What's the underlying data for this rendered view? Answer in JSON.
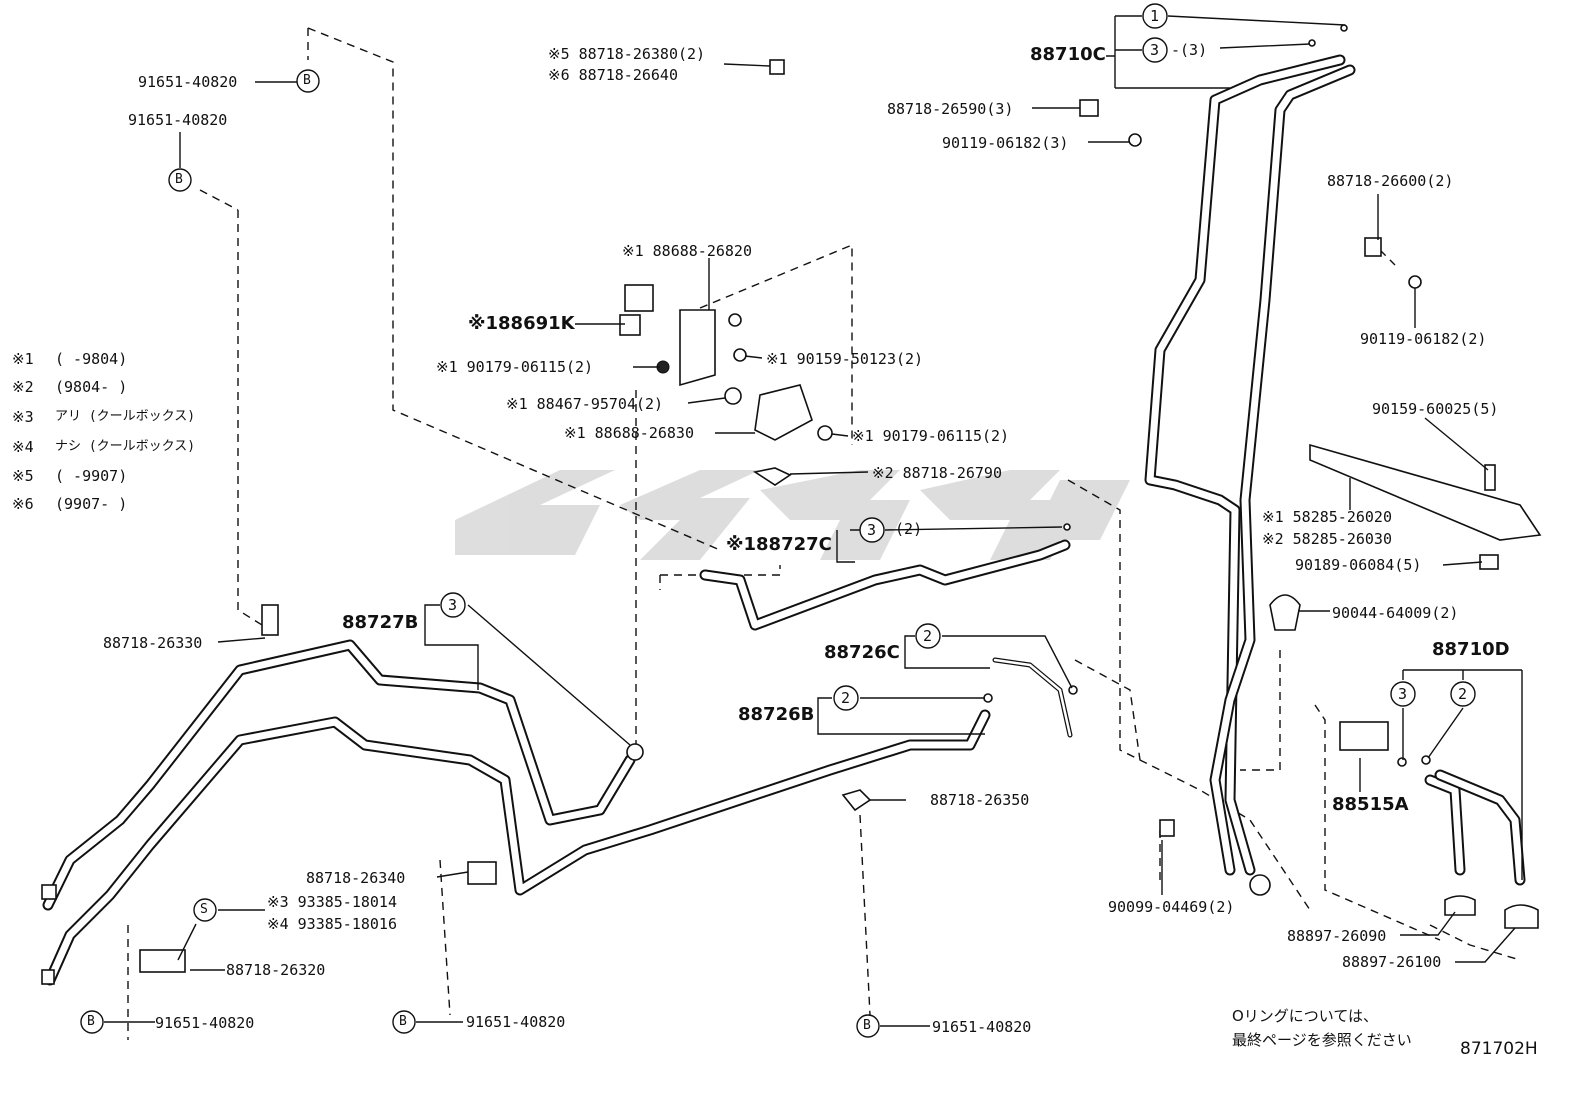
{
  "legend": [
    {
      "mark": "※1",
      "text": "(      -9804)"
    },
    {
      "mark": "※2",
      "text": "(9804-      )"
    },
    {
      "mark": "※3",
      "text": "アリ (クールボックス)"
    },
    {
      "mark": "※4",
      "text": "ナシ (クールボックス)"
    },
    {
      "mark": "※5",
      "text": "(      -9907)"
    },
    {
      "mark": "※6",
      "text": "(9907-      )"
    }
  ],
  "circle_letters": {
    "b": "B",
    "s": "S"
  },
  "circle_numbers": {
    "one": "1",
    "two": "2",
    "three": "3"
  },
  "labels": {
    "p_91651_a": "91651-40820",
    "p_91651_b": "91651-40820",
    "p_91651_c": "91651-40820",
    "p_91651_d": "91651-40820",
    "p_91651_e": "91651-40820",
    "p_88718_26380": "※5 88718-26380(2)",
    "p_88718_26640": "※6 88718-26640",
    "p_88710C": "88710C",
    "p_88710C_qty": "-(3)",
    "p_88718_26590": "88718-26590(3)",
    "p_90119_06182_a": "90119-06182(3)",
    "p_88718_26600": "88718-26600(2)",
    "p_90119_06182_b": "90119-06182(2)",
    "p_88688_26820": "※1 88688-26820",
    "p_88691K": "※188691K",
    "p_90179_06115_a": "※1 90179-06115(2)",
    "p_90159_50123": "※1 90159-50123(2)",
    "p_88467_95704": "※1 88467-95704(2)",
    "p_88688_26830": "※1 88688-26830",
    "p_90179_06115_b": "※1 90179-06115(2)",
    "p_88718_26790": "※2 88718-26790",
    "p_90159_60025": "90159-60025(5)",
    "p_58285_26020": "※1 58285-26020",
    "p_58285_26030": "※2 58285-26030",
    "p_90189_06084": "90189-06084(5)",
    "p_88727C": "※188727C",
    "p_88727C_qty": "-(2)",
    "p_90044_64009": "90044-64009(2)",
    "p_88710D": "88710D",
    "p_88727B": "88727B",
    "p_88718_26330": "88718-26330",
    "p_88726C": "88726C",
    "p_88726B": "88726B",
    "p_88515A": "88515A",
    "p_88718_26350": "88718-26350",
    "p_88718_26340": "88718-26340",
    "p_93385_18014": "※3 93385-18014",
    "p_93385_18016": "※4 93385-18016",
    "p_88718_26320": "88718-26320",
    "p_90099_04469": "90099-04469(2)",
    "p_88897_26090": "88897-26090",
    "p_88897_26100": "88897-26100"
  },
  "note": {
    "line1": "Oリングについては、",
    "line2": "最終ページを参照ください"
  },
  "diagram_code": "871702H"
}
